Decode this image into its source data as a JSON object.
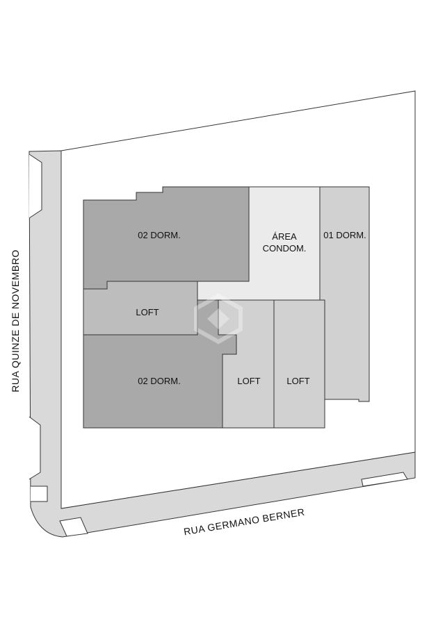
{
  "streets": {
    "left": "RUA QUINZE DE NOVEMBRO",
    "bottom": "RUA GERMANO BERNER"
  },
  "units": {
    "top_left": "02 DORM.",
    "area_line1": "ÁREA",
    "area_line2": "CONDOM.",
    "right_column": "01 DORM.",
    "loft_left": "LOFT",
    "bottom_left": "02 DORM.",
    "loft_middle": "LOFT",
    "loft_right": "LOFT"
  },
  "colors": {
    "dark_unit": "#a9a9a9",
    "mid_unit": "#bdbdbd",
    "light_unit": "#d1d1d1",
    "common_area": "#ebebeb",
    "sidewalk": "#d9d9d9",
    "lot": "#ffffff"
  }
}
